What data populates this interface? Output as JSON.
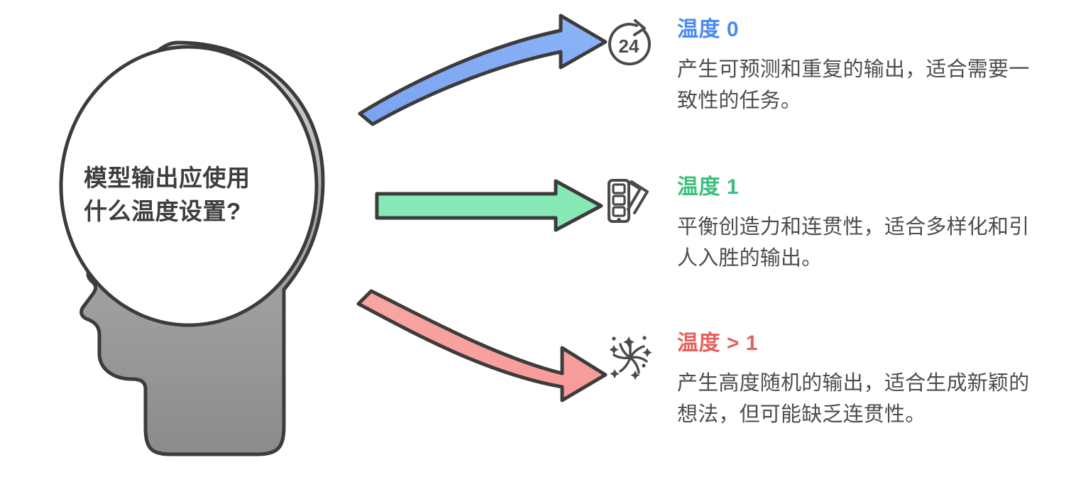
{
  "diagram": {
    "center": {
      "question": "模型输出应使用\n什么温度设置?",
      "shape_name": "head-silhouette",
      "fill_top": "#d4d4d4",
      "fill_bottom": "#8a8a8a",
      "outline_color": "#3c3c3c",
      "bubble_fill": "#ffffff",
      "text_color": "#3d3d3d"
    },
    "arrows": [
      {
        "name": "arrow-to-temperature-0",
        "style": "curve-up",
        "fill": "#7fa8f2",
        "outline": "#3c3c3c"
      },
      {
        "name": "arrow-to-temperature-1",
        "style": "straight",
        "fill": "#86e8b4",
        "outline": "#3c3c3c"
      },
      {
        "name": "arrow-to-temperature-gt1",
        "style": "curve-down",
        "fill": "#f9a3a0",
        "outline": "#3c3c3c"
      }
    ],
    "items": [
      {
        "icon": "clock-24h-icon",
        "icon_label": "24",
        "title": "温度 0",
        "color": "#4a8af0",
        "description": "产生可预测和重复的输出，适合需要一致性的任务。"
      },
      {
        "icon": "color-palette-swatch-icon",
        "icon_label": "",
        "title": "温度 1",
        "color": "#3cbf7c",
        "description": "平衡创造力和连贯性，适合多样化和引人入胜的输出。"
      },
      {
        "icon": "sparkle-burst-icon",
        "icon_label": "",
        "title": "温度 > 1",
        "color": "#e3615e",
        "description": "产生高度随机的输出，适合生成新颖的想法，但可能缺乏连贯性。"
      }
    ]
  }
}
